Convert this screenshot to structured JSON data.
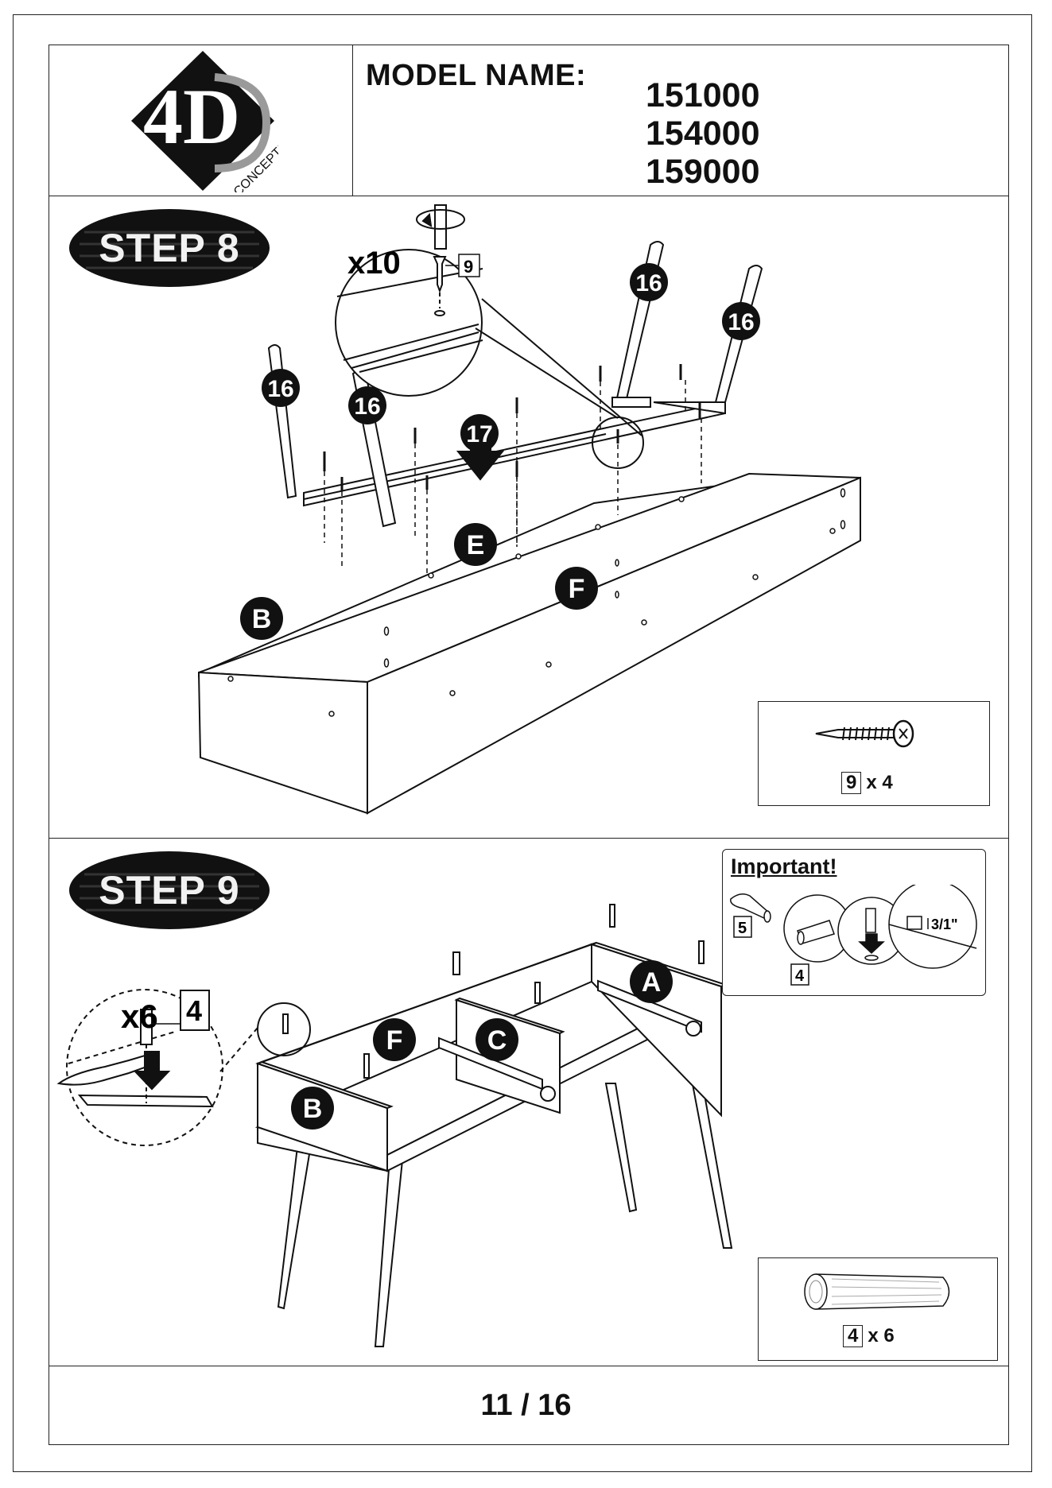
{
  "header": {
    "model_label": "MODEL NAME:",
    "model_numbers": [
      "151000",
      "154000",
      "159000"
    ],
    "logo_text": "4D",
    "logo_subtext": "CONCEPTS"
  },
  "step8": {
    "badge": "STEP 8",
    "quantity": "x10",
    "screw_part": "9",
    "leg_labels": [
      "16",
      "16",
      "16",
      "16"
    ],
    "frame_label": "17",
    "panel_labels": [
      "E",
      "F",
      "B"
    ],
    "hardware": {
      "part": "9",
      "qty": "x 4"
    }
  },
  "step9": {
    "badge": "STEP 9",
    "quantity": "x6",
    "dowel_part": "4",
    "panel_labels": [
      "A",
      "C",
      "F",
      "B"
    ],
    "important": {
      "title": "Important!",
      "glue_part": "5",
      "dowel_part": "4",
      "measure": "3/1\""
    },
    "hardware": {
      "part": "4",
      "qty": "x 6"
    }
  },
  "footer": {
    "page": "11 / 16"
  }
}
